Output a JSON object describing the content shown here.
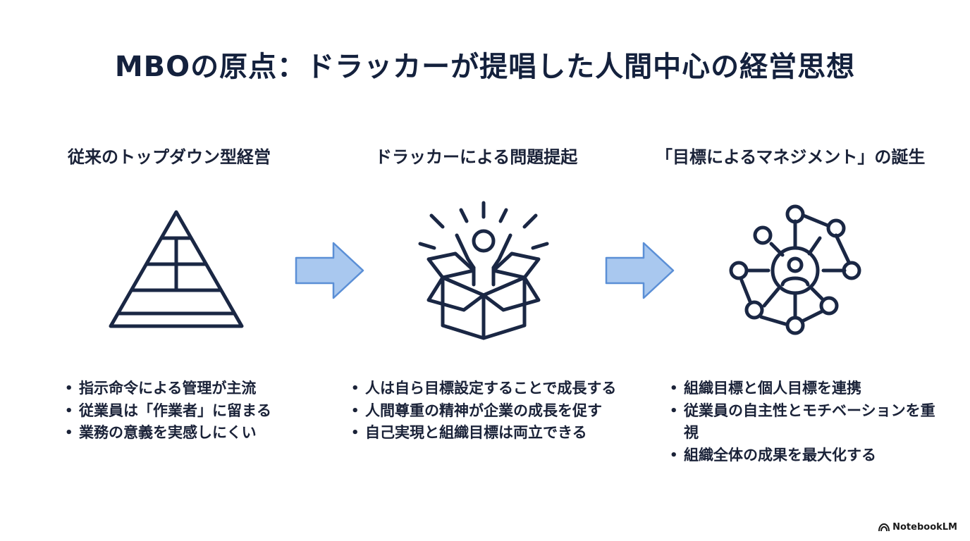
{
  "title": "MBOの原点：ドラッカーが提唱した人間中心の経営思想",
  "columns": [
    {
      "heading": "従来のトップダウン型経営",
      "icon": "pyramid-icon",
      "bullets": [
        "指示命令による管理が主流",
        "従業員は「作業者」に留まる",
        "業務の意義を実感しにくい"
      ]
    },
    {
      "heading": "ドラッカーによる問題提起",
      "icon": "person-out-of-box-icon",
      "bullets": [
        "人は自ら目標設定することで成長する",
        "人間尊重の精神が企業の成長を促す",
        "自己実現と組織目標は両立できる"
      ]
    },
    {
      "heading": "「目標によるマネジメント」の誕生",
      "icon": "person-network-icon",
      "bullets": [
        "組織目標と個人目標を連携",
        "従業員の自主性とモチベーションを重視",
        "組織全体の成果を最大化する"
      ]
    }
  ],
  "footer": {
    "brand": "NotebookLM",
    "icon": "notebooklm-logo-icon"
  },
  "colors": {
    "text": "#14213d",
    "icon_stroke": "#1a2744",
    "arrow_fill": "#a9c8ef",
    "arrow_stroke": "#5b8fd6"
  }
}
